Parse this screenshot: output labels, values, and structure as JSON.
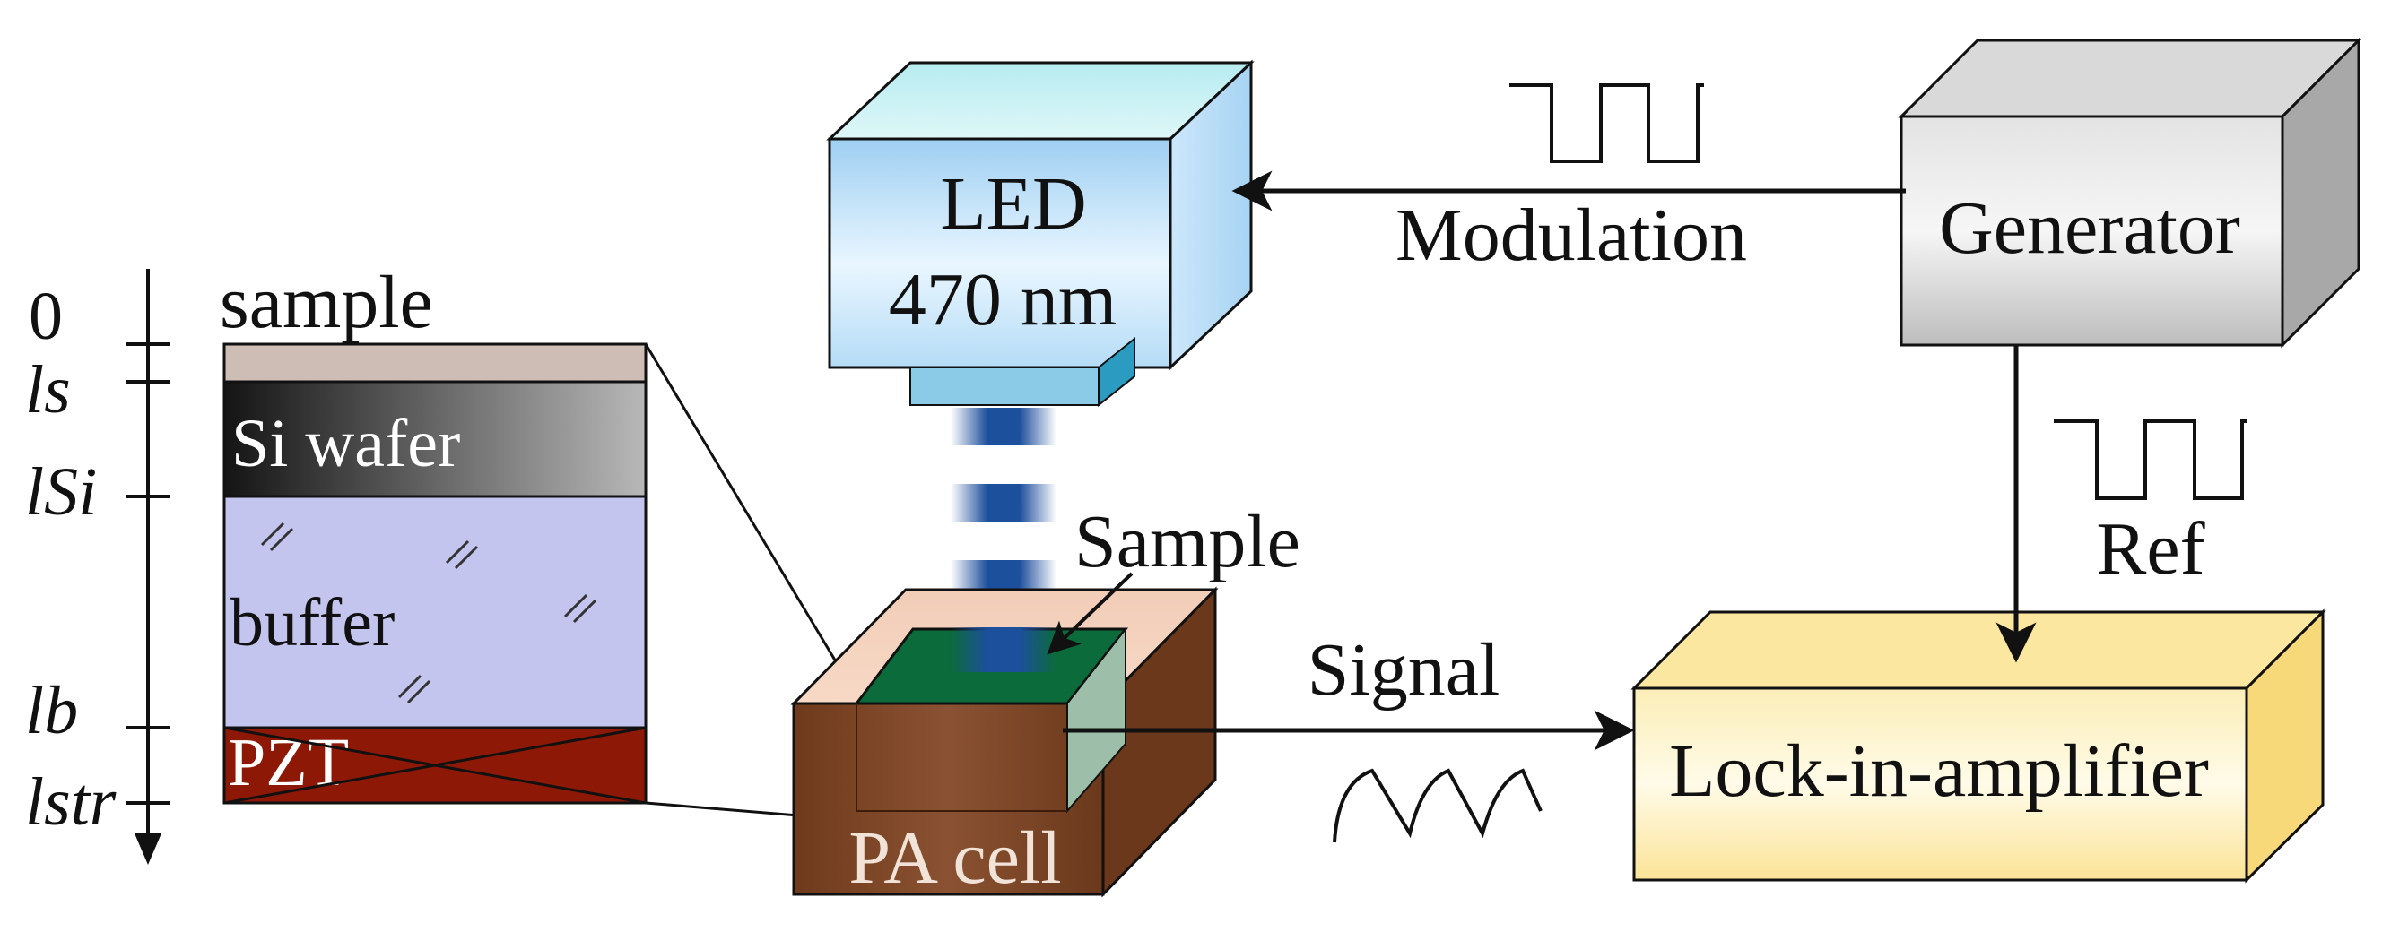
{
  "layers": {
    "sample": "sample",
    "si_wafer": "Si wafer",
    "buffer": "buffer",
    "pzt": "PZT"
  },
  "axis_ticks": {
    "zero": "0",
    "ls": "ls",
    "lsi": "lSi",
    "lb": "lb",
    "lstr": "lstr"
  },
  "led": {
    "line1": "LED",
    "line2": "470 nm"
  },
  "generator": "Generator",
  "lockin": "Lock-in-amplifier",
  "pa_cell": "PA cell",
  "sample_arrow_label": "Sample",
  "signals": {
    "modulation": "Modulation",
    "ref": "Ref",
    "signal": "Signal"
  },
  "colors": {
    "sample_layer": "#cdbdb5",
    "buffer": "#c4c5ee",
    "pzt": "#8e1806",
    "pa_cell": "#7a4224",
    "pa_cell_sample": "#0b6b3a",
    "led_body": "#aad6f3",
    "generator": "#c9c9c9",
    "lockin": "#fbe9a9",
    "light_beam": "#1c4f9c"
  }
}
